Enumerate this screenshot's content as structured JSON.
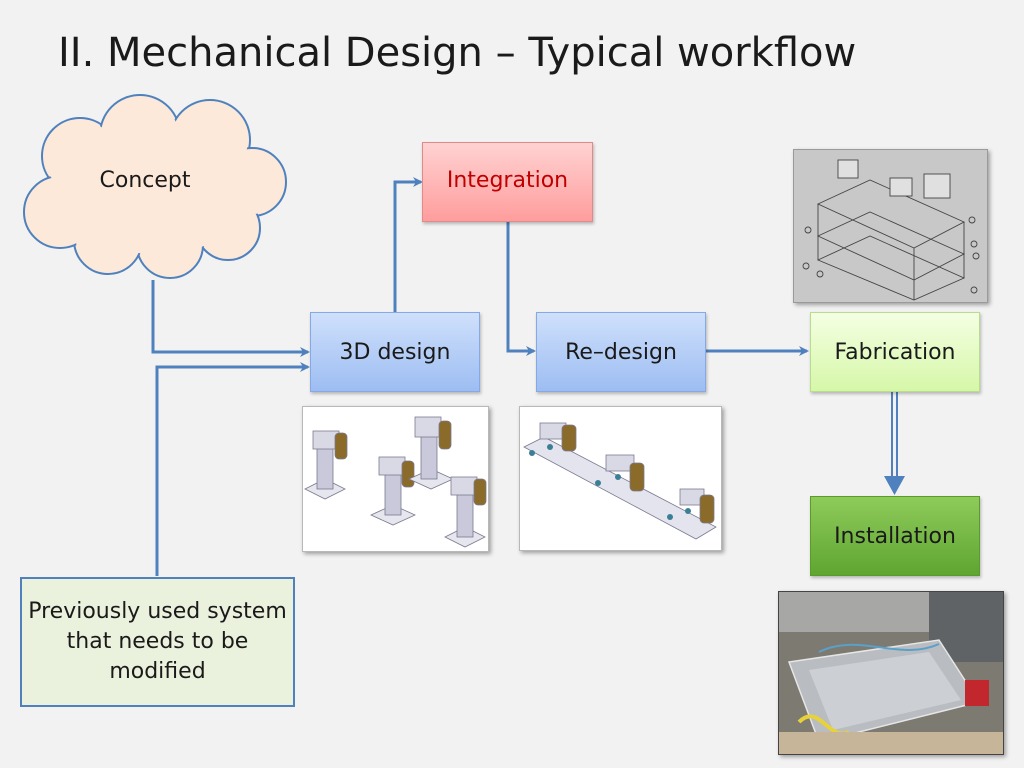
{
  "slide": {
    "title": "II. Mechanical Design – Typical workflow"
  },
  "nodes": {
    "concept": "Concept",
    "integration": "Integration",
    "design3d": "3D design",
    "redesign": "Re–design",
    "fabrication": "Fabrication",
    "installation": "Installation",
    "previous_system": "Previously used system that needs to be modified"
  },
  "colors": {
    "arrow": "#4e81bd",
    "cloud_fill": "#fde9d9",
    "cloud_stroke": "#4e81bd",
    "integration_text": "#c00000",
    "note_fill": "#eaf1dd"
  },
  "images": {
    "design3d_render": "3d-fixtures-render",
    "redesign_render": "redesign-fixture-render",
    "fabrication_drawing": "fabrication-assembly-drawing",
    "installation_photo": "installation-photo"
  }
}
